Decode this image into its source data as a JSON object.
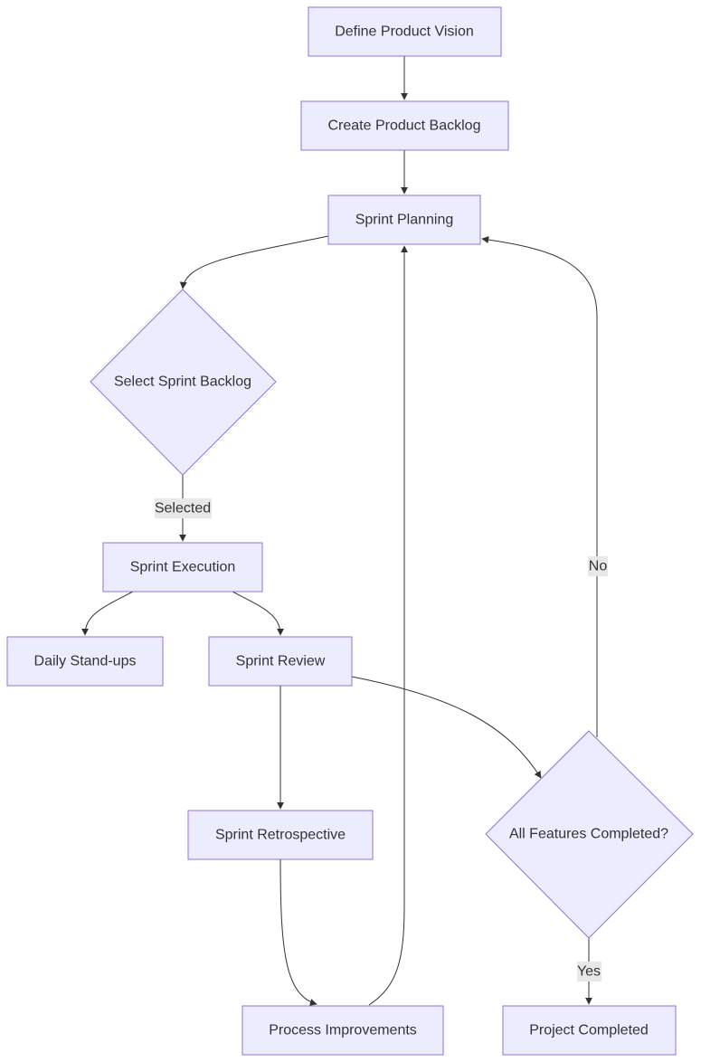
{
  "diagram": {
    "nodes": {
      "vision": "Define Product Vision",
      "backlog": "Create Product Backlog",
      "planning": "Sprint Planning",
      "select": "Select Sprint Backlog",
      "execution": "Sprint Execution",
      "standups": "Daily Stand-ups",
      "review": "Sprint Review",
      "retro": "Sprint Retrospective",
      "features": "All Features Completed?",
      "improvements": "Process Improvements",
      "completed": "Project Completed"
    },
    "edge_labels": {
      "selected": "Selected",
      "no": "No",
      "yes": "Yes"
    },
    "colors": {
      "node_fill": "#ececff",
      "node_stroke": "#9370db",
      "edge": "#333333",
      "label_bg": "#e8e8e8"
    }
  }
}
